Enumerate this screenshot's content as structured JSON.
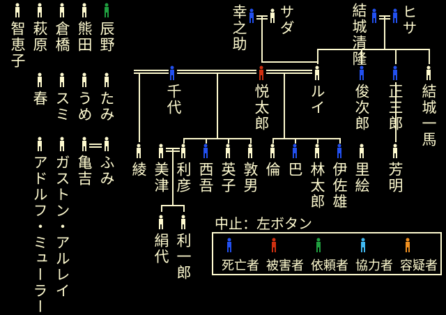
{
  "colors": {
    "text": "#fffbd0",
    "dead": "#2250f0",
    "victim": "#d03010",
    "client": "#20a040",
    "ally": "#40b8f0",
    "suspect": "#f09020",
    "neutral": "#fffbd0"
  },
  "instruction": "中止：左ボタン",
  "legend": [
    {
      "status": "dead",
      "label": "死亡者"
    },
    {
      "status": "victim",
      "label": "被害者"
    },
    {
      "status": "client",
      "label": "依頼者"
    },
    {
      "status": "ally",
      "label": "協力者"
    },
    {
      "status": "suspect",
      "label": "容疑者"
    }
  ],
  "people": {
    "tomoeko": {
      "name": "智恵子",
      "status": "neutral"
    },
    "haginohara": {
      "name": "萩原",
      "status": "neutral"
    },
    "haru": {
      "name": "春",
      "status": "neutral"
    },
    "kurahashi": {
      "name": "倉橋",
      "status": "neutral"
    },
    "sumi": {
      "name": "スミ",
      "status": "neutral"
    },
    "adolf": {
      "name": "アドルフ・ミューラー",
      "status": "neutral"
    },
    "noda": {
      "name": "熊田",
      "status": "neutral"
    },
    "ume": {
      "name": "うめ",
      "status": "neutral"
    },
    "gaston": {
      "name": "ガストン・アルレイ",
      "status": "neutral"
    },
    "tatsuno": {
      "name": "辰野",
      "status": "client"
    },
    "tami": {
      "name": "たみ",
      "status": "neutral"
    },
    "fumi": {
      "name": "ふみ",
      "status": "neutral"
    },
    "kamekichi": {
      "name": "亀吉",
      "status": "neutral"
    },
    "kounosuke": {
      "name": "幸之助",
      "status": "dead"
    },
    "sada": {
      "name": "サダ",
      "status": "neutral"
    },
    "yuukikiyotaka": {
      "name": "結城清隆",
      "status": "dead"
    },
    "hisa": {
      "name": "ヒサ",
      "status": "dead"
    },
    "chiyo": {
      "name": "千代",
      "status": "dead"
    },
    "etsutaro": {
      "name": "悦太郎",
      "status": "victim"
    },
    "rui": {
      "name": "ルイ",
      "status": "neutral"
    },
    "shunjiro": {
      "name": "俊次郎",
      "status": "dead"
    },
    "shozaburo": {
      "name": "正三郎",
      "status": "dead"
    },
    "yuukikazuma": {
      "name": "結城一馬",
      "status": "neutral"
    },
    "aya": {
      "name": "綾",
      "status": "neutral"
    },
    "mitsu": {
      "name": "美津",
      "status": "neutral"
    },
    "toshihiko": {
      "name": "利彦",
      "status": "neutral"
    },
    "saigo": {
      "name": "西吾",
      "status": "dead"
    },
    "eiko": {
      "name": "英子",
      "status": "neutral"
    },
    "atsuo": {
      "name": "敦男",
      "status": "neutral"
    },
    "rin": {
      "name": "倫",
      "status": "neutral"
    },
    "tomoe": {
      "name": "巴",
      "status": "dead"
    },
    "rintaro": {
      "name": "林太郎",
      "status": "neutral"
    },
    "isao": {
      "name": "伊佐雄",
      "status": "dead"
    },
    "rie": {
      "name": "里絵",
      "status": "neutral"
    },
    "yoshiaki": {
      "name": "芳明",
      "status": "neutral"
    },
    "kinuyo": {
      "name": "絹代",
      "status": "neutral"
    },
    "toshiro": {
      "name": "利一郎",
      "status": "neutral"
    }
  }
}
